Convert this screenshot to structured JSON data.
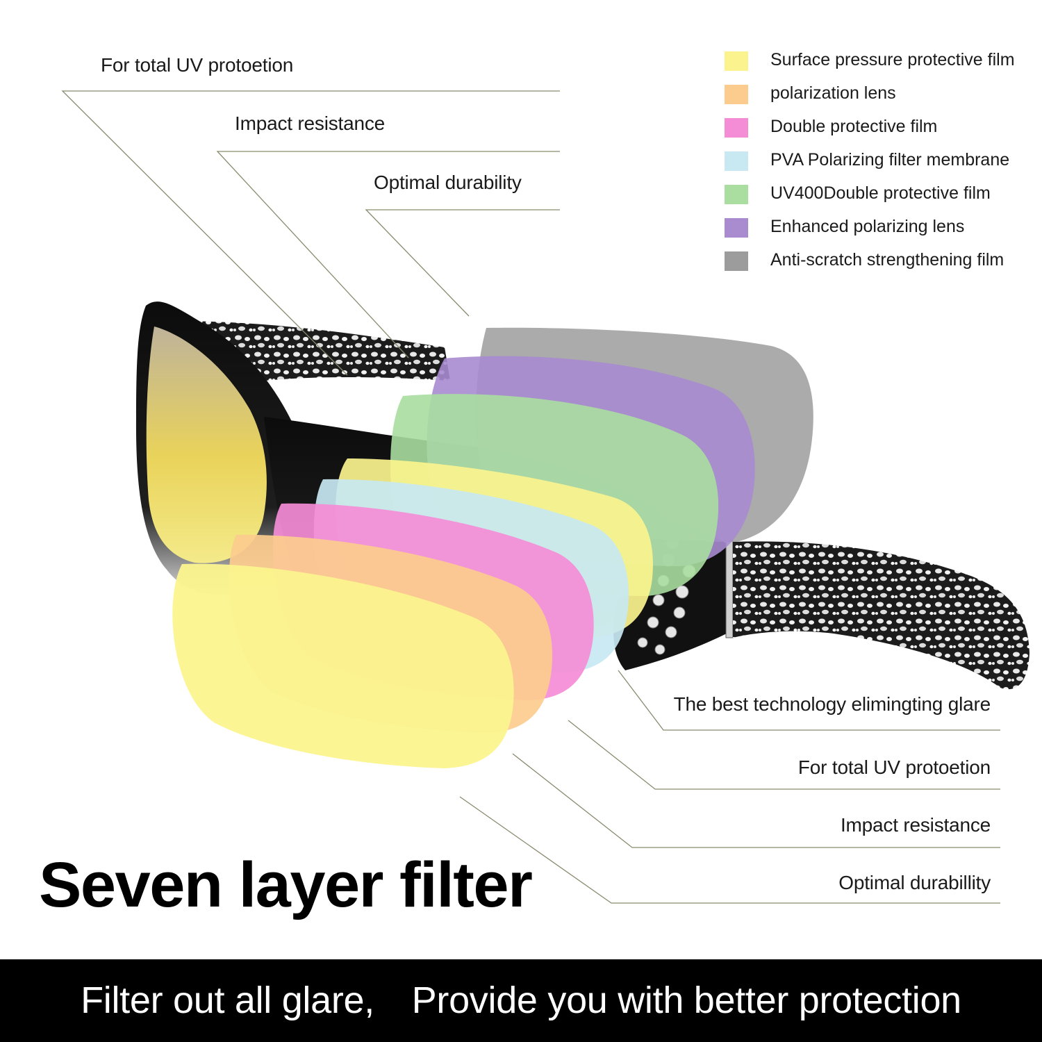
{
  "left_labels": [
    "For total UV protoetion",
    "Impact resistance",
    "Optimal durability"
  ],
  "legend": [
    {
      "color": "#fbf48e",
      "label": "Surface pressure protective film"
    },
    {
      "color": "#fccc8e",
      "label": "polarization lens"
    },
    {
      "color": "#f58cd6",
      "label": "Double protective film"
    },
    {
      "color": "#c8e8f2",
      "label": "PVA Polarizing filter membrane"
    },
    {
      "color": "#a9dea0",
      "label": "UV400Double protective film"
    },
    {
      "color": "#a98bd0",
      "label": "Enhanced polarizing lens"
    },
    {
      "color": "#9c9c9c",
      "label": "Anti-scratch strengthening film"
    }
  ],
  "right_labels": [
    "The best technology elimingting glare",
    "For total UV protoetion",
    "Impact resistance",
    "Optimal durabillity"
  ],
  "headline": "Seven layer filter",
  "banner": "Filter out all glare,　Provide you with better protection"
}
